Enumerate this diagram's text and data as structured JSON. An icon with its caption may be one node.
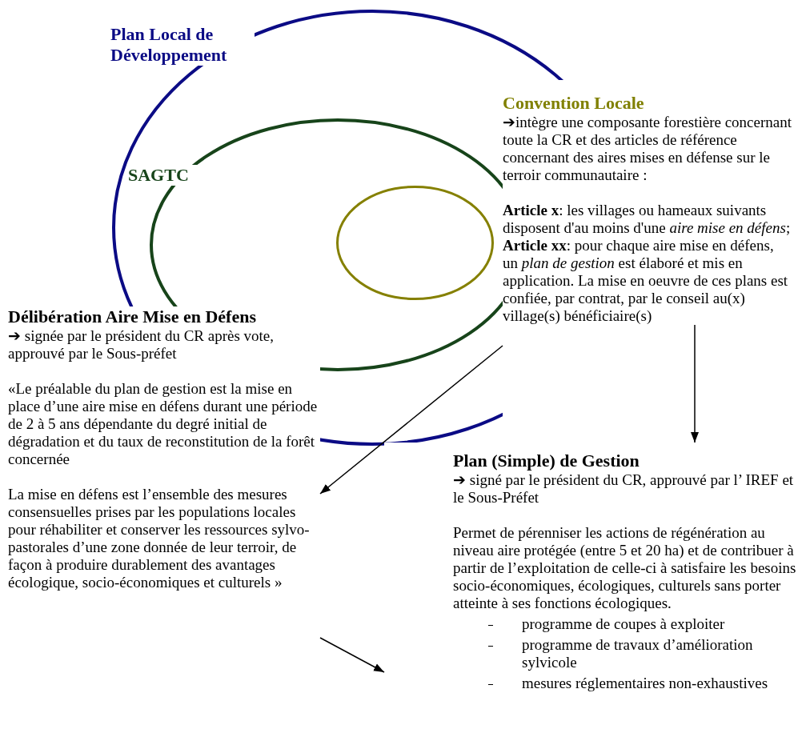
{
  "diagram": {
    "nodes": [
      {
        "text": [
          "Plan Local de Développement"
        ]
      },
      {
        "text": [
          "SAGTC"
        ],
        "in": 0
      },
      {
        "text": [],
        "shape": "ellipse",
        "in": 1
      },
      {
        "text": [
          "Convention Locale",
          "➔intègre une composante forestière concernant toute la CR et des articles de référence concernant des aires mises en défense sur le terroir communautaire :",
          "**Article x**: les villages ou hameaux suivants disposent d'au moins d'une *aire mise en défens*;",
          "**Article xx**: pour chaque aire mise en défens, un *plan de gestion* est élaboré et mis en application. La mise en oeuvre de ces plans est confiée, par contrat, par le conseil au(x) village(s) bénéficiaire(s)"
        ]
      },
      {
        "text": [
          "Délibération Aire Mise en Défens",
          "➔ signée par le président du CR après vote, approuvé par le Sous-préfet",
          "«Le préalable du plan de gestion est la mise en place d’une aire mise en défens durant une période de 2 à 5 ans dépendante du degré initial de dégradation et du taux de reconstitution de la forêt concernée",
          "La mise en défens est l’ensemble des mesures consensuelles prises par les populations locales pour réhabiliter et conserver les ressources sylvo-pastorales d’une zone donnée de leur terroir, de façon à produire durablement des avantages écologique, socio-économiques et culturels »"
        ]
      },
      {
        "text": [
          "Plan (Simple) de Gestion",
          "➔ signé par le président du CR, approuvé par l’ IREF et le Sous-Préfet",
          "Permet de pérenniser les actions de régénération au niveau aire protégée (entre 5 et 20 ha) et de contribuer à partir de l’exploitation de celle-ci à satisfaire les besoins socio-économiques, écologiques, culturels sans porter atteinte à ses fonctions écologiques.",
          "programme de coupes à exploiter",
          "programme de travaux d’amélioration sylvicole",
          "mesures réglementaires non-exhaustives"
        ]
      }
    ],
    "edges": [
      {
        "from": 3,
        "to": 4,
        "arrow": "to"
      },
      {
        "from": 3,
        "to": 5,
        "arrow": "to"
      },
      {
        "from": 4,
        "to": 5,
        "arrow": "to"
      }
    ]
  }
}
